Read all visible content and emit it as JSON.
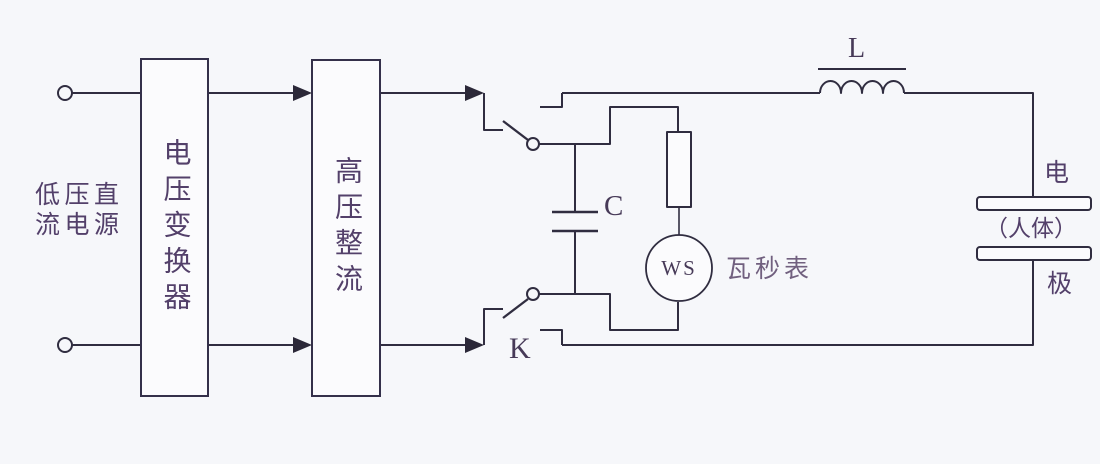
{
  "labels": {
    "source": "低压直流电源",
    "voltage_converter": "电压变换器",
    "hv_rectifier": "高压整流",
    "capacitor": "C",
    "switch": "K",
    "inductor": "L",
    "meter_symbol": "WS",
    "meter": "瓦秒表",
    "electrode_top": "电",
    "electrode_body": "（人体）",
    "electrode_bottom": "极"
  },
  "colors": {
    "background": "#f6f7fa",
    "wire": "#302d40",
    "block_fill": "#fbfbfd",
    "latin_label": "#473a58",
    "cjk_label": "#53406a",
    "meter_label": "#71607f"
  }
}
